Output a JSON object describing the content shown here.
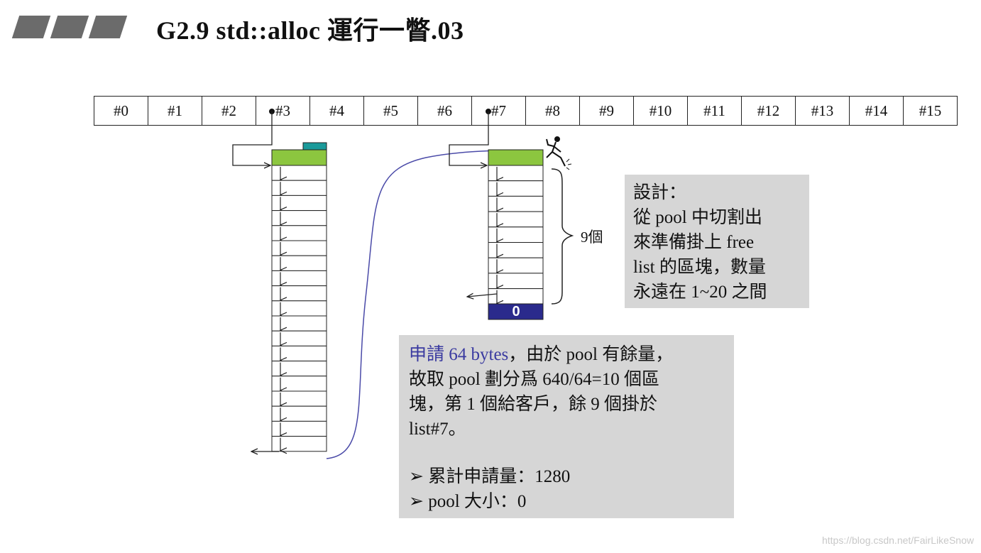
{
  "title": "G2.9 std::alloc 運行一瞥.03",
  "slots": [
    "#0",
    "#1",
    "#2",
    "#3",
    "#4",
    "#5",
    "#6",
    "#7",
    "#8",
    "#9",
    "#10",
    "#11",
    "#12",
    "#13",
    "#14",
    "#15"
  ],
  "chunk_count_label": "9個",
  "list_end_value": "0",
  "design_note": {
    "lines": [
      "設計：",
      "從 pool 中切割出",
      "來準備掛上 free",
      "list 的區塊，數量",
      "永遠在 1~20 之間"
    ]
  },
  "request_note": {
    "line1_highlight": "申請 64 bytes",
    "line1_rest": "，由於 pool 有餘量，",
    "line2": "故取 pool 劃分爲 640/64=10 個區",
    "line3": "塊，第 1 個給客戶，餘 9 個掛於",
    "line4": "list#7。",
    "stat1": "➢ 累計申請量：1280",
    "stat2": "➢ pool 大小：0"
  },
  "watermark": "https://blog.csdn.net/FairLikeSnow",
  "colors": {
    "header_green": "#8cc63f",
    "zero_block": "#2a2a8c",
    "teal_tab": "#1a9a9a",
    "curve": "#4a4aa8",
    "note_bg": "#d6d6d6"
  }
}
